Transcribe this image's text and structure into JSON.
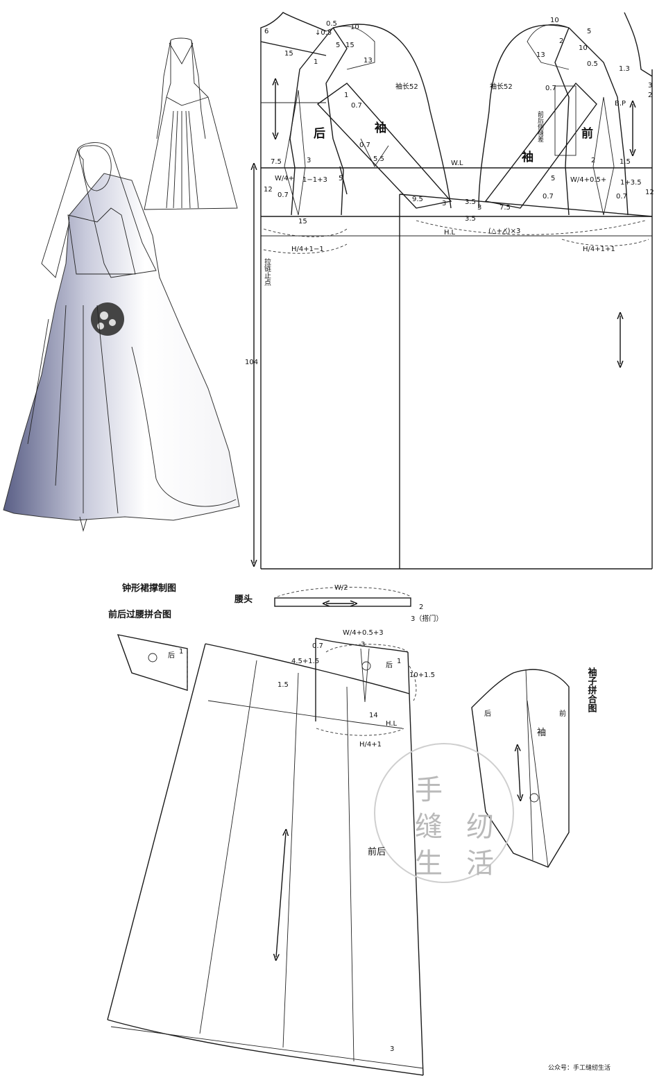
{
  "top_labels": {
    "val_6": "6",
    "val_15": "15",
    "val_05a": "0.5",
    "val_05b": "↓0.5",
    "val_10_left": "10",
    "val_5_left": "5",
    "val_15_left": "15",
    "val_13_left": "13",
    "val_1_left": "1",
    "sleeve_len_left": "袖长52",
    "sleeve_len_right": "袖长52",
    "val_07_left": "0.7",
    "val_1_arrow": "1",
    "back": "后",
    "sleeve_left": "袖",
    "sleeve_right": "袖",
    "front": "前",
    "val_55": "5.5",
    "val_07_dart": "0.7",
    "val_75_left": "7.5",
    "val_3_left": "3",
    "waist_formula_left": "W/4+",
    "val_12_left": "12",
    "val_07_left2": "0.7",
    "formula_1m1p3": "1−1+3",
    "val_5_left2": "5",
    "val_15_bottom": "15",
    "val_95": "9.5",
    "val_3_mid": "3",
    "val_35a": "3.5",
    "val_35b": "3.5",
    "val_3_mid2": "3",
    "val_75_mid": "7.5",
    "val_07_mid": "0.7",
    "wl": "W.L",
    "hl": "H.L",
    "hip_formula": "(△+△̸)×3",
    "hip_left_formula": "H/4+1−1",
    "zipper_stop": "拉链止点",
    "val_104": "104",
    "val_10_right": "10",
    "val_5_right": "5",
    "val_10_right2": "10",
    "val_13_right": "13",
    "val_2_right": "2",
    "val_05_right": "0.5",
    "val_13b_right": "1.3",
    "val_3_right": "3",
    "val_2b_right": "2",
    "val_07_right": "0.7",
    "side_seam_diff": "前后侧缝差",
    "bp": "B.P",
    "val_2_right2": "2",
    "val_15_right": "1.5",
    "waist_formula_right": "W/4+0.5+",
    "val_5_right2": "5",
    "formula_1p35": "1+3.5",
    "val_12_right": "12",
    "val_07_right2": "0.7",
    "hip_right_formula": "H/4+1+1"
  },
  "bottom_labels": {
    "title1": "钟形裙撑制图",
    "title2": "前后过腰拼合图",
    "waistband": "腰头",
    "waistband_formula": "W/2",
    "val_2_wb": "2",
    "overlap": "3（搭门）",
    "back_small": "后",
    "back_small_1": "1",
    "front_formula": "W/4+0.5+3",
    "val_07_b": "0.7",
    "val_3_b": "3",
    "val_45": "4.5+1.5",
    "val_15_b": "1.5",
    "back_b": "后",
    "val_1_b": "1",
    "val_1015": "10+1.5",
    "val_14": "14",
    "hl_b": "H.L",
    "hip_b": "H/4+1",
    "front_back": "前后",
    "val_3_hem": "3",
    "sleeve_title": "袖子拼合图",
    "sleeve_back": "后",
    "sleeve_front": "前",
    "sleeve": "袖",
    "watermark": [
      "手",
      "缝",
      "生",
      "纫",
      "活"
    ],
    "credit": "公众号：手工缝纫生活"
  }
}
